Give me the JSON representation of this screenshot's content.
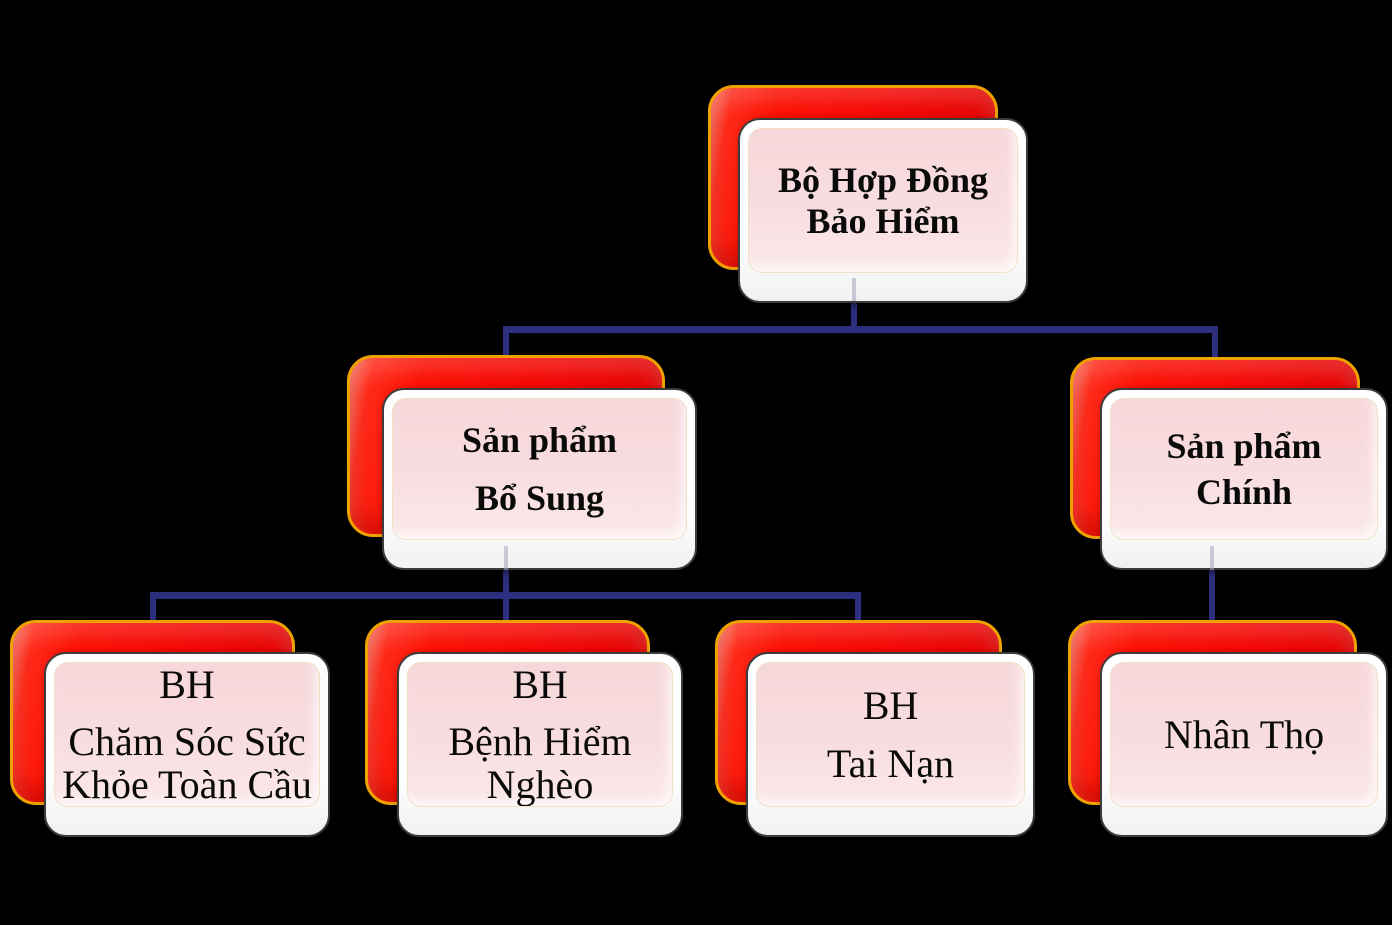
{
  "canvas": {
    "background": "#000000"
  },
  "palette": {
    "shape_back_red": "#F70A00",
    "shape_back_border_orange": "#EFA100",
    "card_front_white": "#FFFFFF",
    "panel_pink": "#F8DBDE",
    "panel_border_cream": "#F0E1C6",
    "connector_navy": "#2B2F7E",
    "text_black": "#0A0A0A"
  },
  "diagram": {
    "type": "org-chart",
    "title": "",
    "nodes": [
      {
        "id": "root",
        "label": "Bộ Hợp Đồng Bảo Hiểm",
        "lines": [
          "Bộ Hợp Đồng",
          "Bảo Hiểm"
        ],
        "level": 1,
        "parent": null
      },
      {
        "id": "san-pham-bo-sung",
        "label": "Sản phẩm Bổ Sung",
        "lines": [
          "Sản phẩm",
          "Bổ Sung"
        ],
        "level": 2,
        "parent": "root"
      },
      {
        "id": "san-pham-chinh",
        "label": "Sản phẩm Chính",
        "lines": [
          "Sản phẩm",
          "Chính"
        ],
        "level": 2,
        "parent": "root"
      },
      {
        "id": "bh-cham-soc-suc-khoe-toan-cau",
        "label": "BH Chăm Sóc Sức Khỏe Toàn Cầu",
        "lines": [
          "BH",
          "Chăm Sóc Sức Khỏe Toàn Cầu"
        ],
        "level": 3,
        "parent": "san-pham-bo-sung"
      },
      {
        "id": "bh-benh-hiem-ngheo",
        "label": "BH Bệnh Hiểm Nghèo",
        "lines": [
          "BH",
          "Bệnh Hiểm Nghèo"
        ],
        "level": 3,
        "parent": "san-pham-bo-sung"
      },
      {
        "id": "bh-tai-nan",
        "label": "BH Tai Nạn",
        "lines": [
          "BH",
          "Tai Nạn"
        ],
        "level": 3,
        "parent": "san-pham-bo-sung"
      },
      {
        "id": "nhan-tho",
        "label": "Nhân Thọ",
        "lines": [
          "Nhân Thọ"
        ],
        "level": 3,
        "parent": "san-pham-chinh"
      }
    ]
  }
}
